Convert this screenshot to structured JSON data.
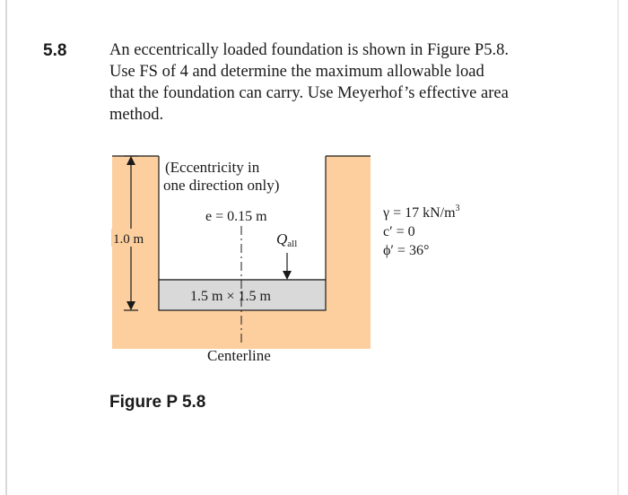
{
  "problem": {
    "number": "5.8",
    "lines": [
      "An eccentrically loaded foundation is shown in Figure P5.8.",
      "Use FS of 4 and determine the maximum allowable load",
      "that the foundation can carry. Use Meyerhof’s effective area",
      "method."
    ]
  },
  "figure": {
    "note_line1": "(Eccentricity in",
    "note_line2": "one direction only)",
    "eccentricity": "e = 0.15 m",
    "load_label": "Q",
    "load_subscript": "all",
    "depth": "1.0 m",
    "footing_size": "1.5 m × 1.5 m",
    "centerline": "Centerline",
    "soil": {
      "gamma": "γ = 17 kN/m",
      "gamma_exp": "3",
      "cohesion": "c′ = 0",
      "phi": "ϕ′ = 36°"
    },
    "caption": "Figure P 5.8"
  },
  "colors": {
    "soil_fill": "#fdcf9e",
    "footing_fill": "#d9d9d9",
    "stroke": "#1a1a1a"
  }
}
